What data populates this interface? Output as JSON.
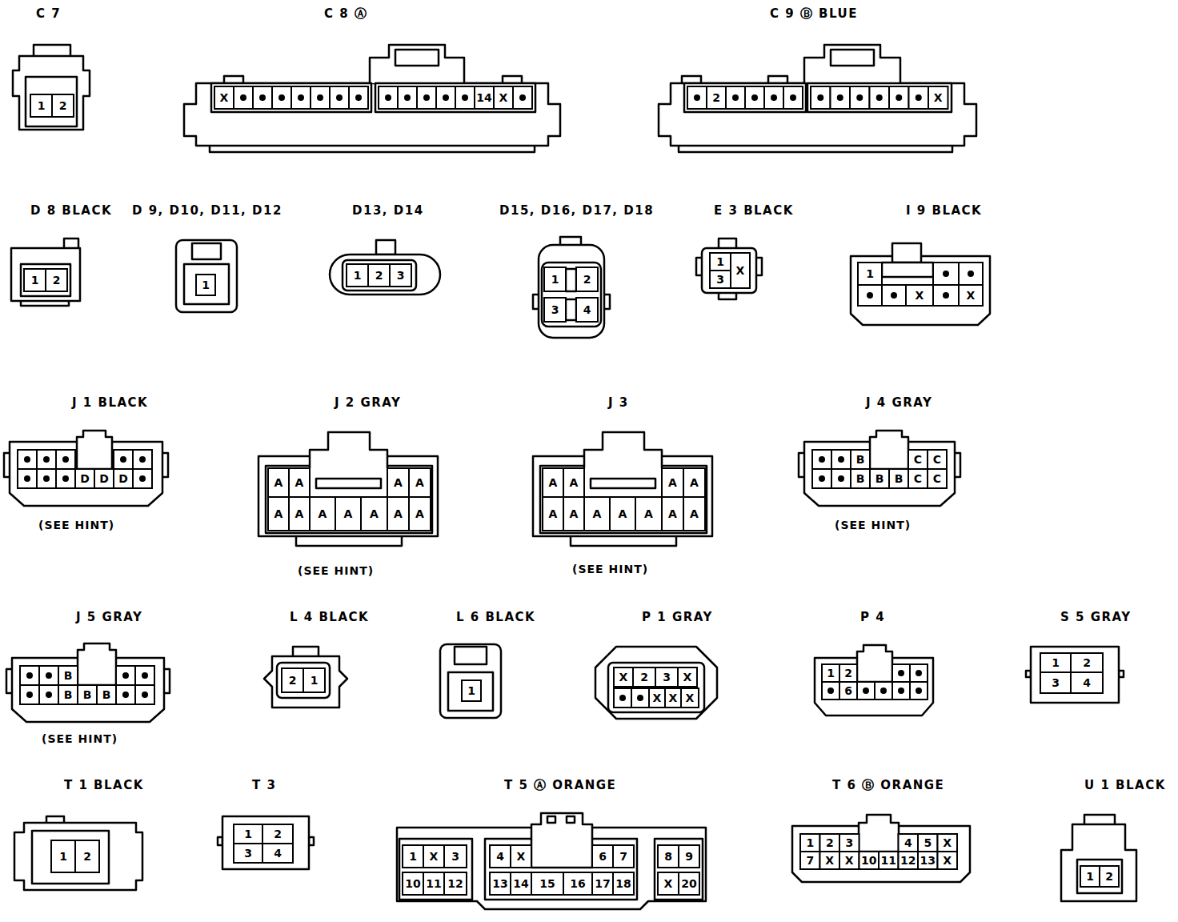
{
  "diagram": {
    "nodes": [
      {
        "text": [
          "C 7"
        ]
      },
      {
        "text": [
          "C 8 Ⓐ"
        ]
      },
      {
        "text": [
          "C 9 Ⓑ BLUE"
        ]
      },
      {
        "text": [
          "D 8 BLACK"
        ]
      },
      {
        "text": [
          "D 9, D10, D11, D12"
        ]
      },
      {
        "text": [
          "D13, D14"
        ]
      },
      {
        "text": [
          "D15, D16, D17, D18"
        ]
      },
      {
        "text": [
          "E 3 BLACK"
        ]
      },
      {
        "text": [
          "I 9 BLACK"
        ]
      },
      {
        "text": [
          "J 1 BLACK"
        ]
      },
      {
        "text": [
          "J 2 GRAY"
        ]
      },
      {
        "text": [
          "J 3"
        ]
      },
      {
        "text": [
          "J 4 GRAY"
        ]
      },
      {
        "text": [
          "J 5 GRAY"
        ]
      },
      {
        "text": [
          "L 4 BLACK"
        ]
      },
      {
        "text": [
          "L 6 BLACK"
        ]
      },
      {
        "text": [
          "P 1 GRAY"
        ]
      },
      {
        "text": [
          "P 4"
        ]
      },
      {
        "text": [
          "S 5 GRAY"
        ]
      },
      {
        "text": [
          "T 1 BLACK"
        ]
      },
      {
        "text": [
          "T 3"
        ]
      },
      {
        "text": [
          "T 5 Ⓐ ORANGE"
        ]
      },
      {
        "text": [
          "T 6 Ⓑ ORANGE"
        ]
      },
      {
        "text": [
          "U 1 BLACK"
        ]
      }
    ],
    "labels": [
      "1",
      "2",
      "X",
      "14",
      "X",
      "2",
      "X",
      "1",
      "2",
      "1",
      "1",
      "2",
      "3",
      "1",
      "2",
      "3",
      "4",
      "1",
      "X",
      "3",
      "1",
      "X",
      "X",
      "D",
      "D",
      "D",
      "(SEE HINT)",
      "A",
      "A",
      "A",
      "A",
      "A",
      "A",
      "A",
      "A",
      "A",
      "A",
      "A",
      "(SEE HINT)",
      "A",
      "A",
      "A",
      "A",
      "A",
      "A",
      "A",
      "A",
      "A",
      "A",
      "A",
      "(SEE HINT)",
      "B",
      "C",
      "C",
      "B",
      "B",
      "B",
      "C",
      "C",
      "(SEE HINT)",
      "B",
      "B",
      "B",
      "B",
      "(SEE HINT)",
      "2",
      "1",
      "1",
      "X",
      "2",
      "3",
      "X",
      "X",
      "X",
      "X",
      "1",
      "2",
      "6",
      "1",
      "2",
      "3",
      "4",
      "1",
      "2",
      "1",
      "2",
      "3",
      "4",
      "1",
      "X",
      "3",
      "4",
      "X",
      "6",
      "7",
      "8",
      "9",
      "10",
      "11",
      "12",
      "13",
      "14",
      "15",
      "16",
      "17",
      "18",
      "X",
      "20",
      "1",
      "2",
      "3",
      "4",
      "5",
      "X",
      "7",
      "X",
      "X",
      "10",
      "11",
      "12",
      "13",
      "X",
      "1",
      "2"
    ]
  }
}
